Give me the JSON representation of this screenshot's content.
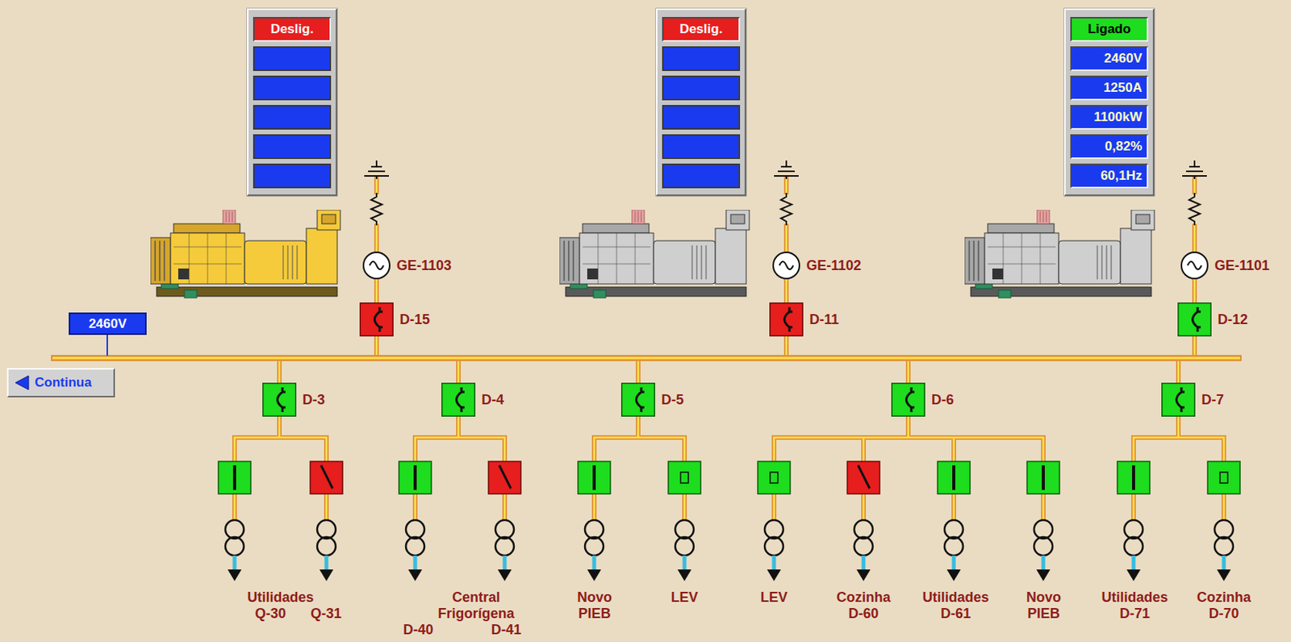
{
  "diagram": {
    "nodes": [
      {
        "text": [
          "Deslig."
        ]
      },
      {
        "text": [
          "Deslig."
        ]
      },
      {
        "text": [
          "Ligado"
        ]
      },
      {
        "text": [
          "2460V"
        ]
      },
      {
        "text": [
          "1250A"
        ]
      },
      {
        "text": [
          "1100kW"
        ]
      },
      {
        "text": [
          "0,82%"
        ]
      },
      {
        "text": [
          "60,1Hz"
        ]
      },
      {
        "text": [
          "GE-1103"
        ]
      },
      {
        "text": [
          "GE-1102"
        ]
      },
      {
        "text": [
          "GE-1101"
        ]
      },
      {
        "text": [
          "2460V"
        ]
      },
      {
        "text": [
          "D-15"
        ]
      },
      {
        "text": [
          "D-11"
        ]
      },
      {
        "text": [
          "D-12"
        ]
      },
      {
        "text": [
          "Continua"
        ]
      },
      {
        "text": [
          "D-3"
        ]
      },
      {
        "text": [
          "D-4"
        ]
      },
      {
        "text": [
          "D-5"
        ]
      },
      {
        "text": [
          "D-6"
        ]
      },
      {
        "text": [
          "D-7"
        ]
      }
    ],
    "edges": [
      {
        "from": 8,
        "to": 12,
        "arrow": "none"
      },
      {
        "from": 9,
        "to": 13,
        "arrow": "none"
      },
      {
        "from": 10,
        "to": 14,
        "arrow": "none"
      }
    ],
    "labels": [
      "Utilidades",
      "Q-30",
      "Q-31",
      "Central Frigorígena",
      "D-40",
      "D-41",
      "Novo PIEB",
      "LEV",
      "LEV",
      "Cozinha D-60",
      "Utilidades D-61",
      "Novo PIEB",
      "Utilidades D-71",
      "Cozinha D-70"
    ]
  }
}
